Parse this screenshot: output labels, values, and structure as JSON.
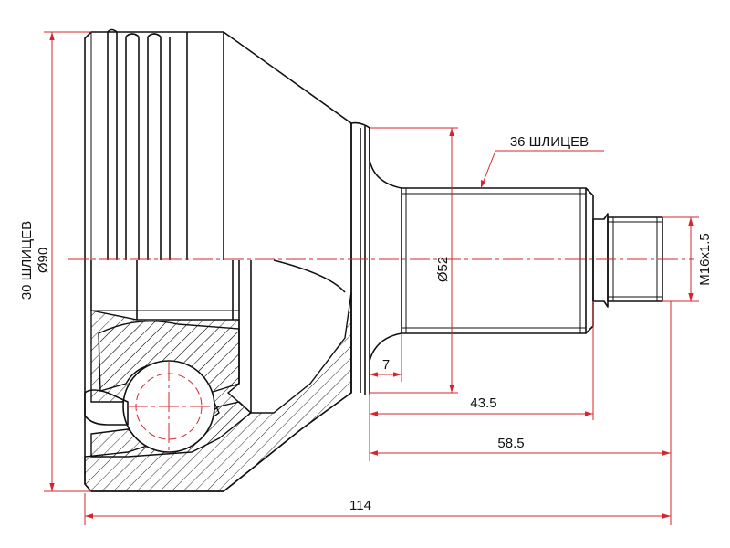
{
  "dimensions": {
    "overall_length": "114",
    "length_58_5": "58.5",
    "length_43_5": "43.5",
    "length_7": "7",
    "stem_diameter": "Ø52",
    "housing_diameter": "Ø90",
    "thread": "M16x1.5"
  },
  "callouts": {
    "outer_splines": "36 ШЛИЦЕВ",
    "inner_splines": "30 ШЛИЦЕВ"
  },
  "colors": {
    "dimension_lines": "#d6242a",
    "outline": "#111111",
    "background": "#ffffff"
  }
}
